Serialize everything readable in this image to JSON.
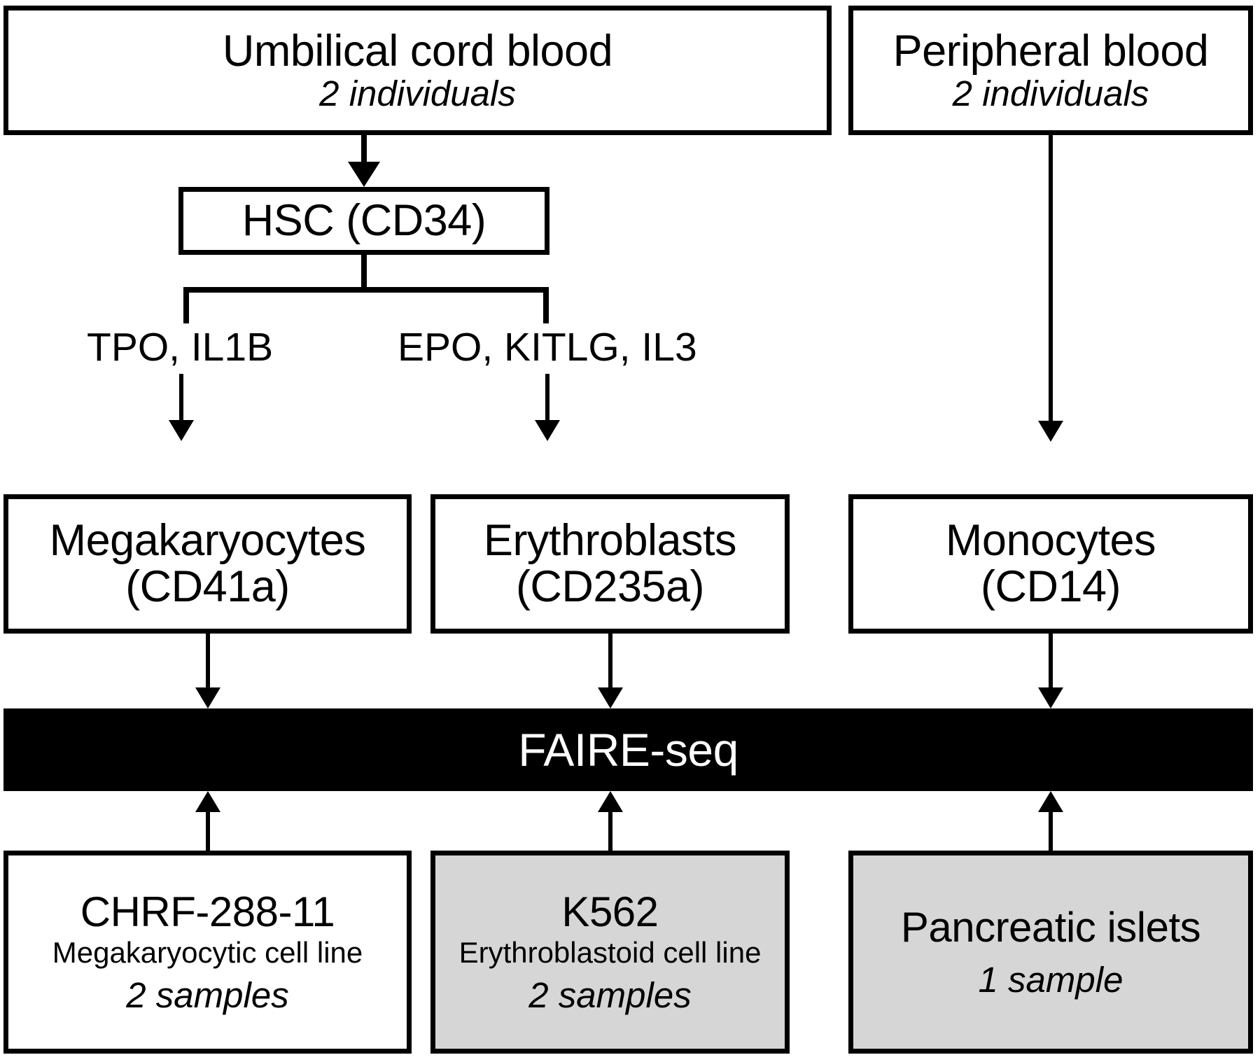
{
  "diagram": {
    "title": "FAIRE-seq experimental design flowchart",
    "colors": {
      "stroke": "#000000",
      "background": "#ffffff",
      "shaded_box": "#d6d6d6",
      "bar_fill": "#000000",
      "bar_text": "#ffffff"
    },
    "sources": [
      {
        "id": "umbilical-cord-blood",
        "label": "Umbilical cord blood",
        "detail": "2 individuals"
      },
      {
        "id": "peripheral-blood",
        "label": "Peripheral blood",
        "detail": "2 individuals"
      }
    ],
    "progenitor": {
      "id": "hsc",
      "label": "HSC (CD34)"
    },
    "growth_factors": [
      {
        "id": "megakaryocyte-branch",
        "label": "TPO, IL1B"
      },
      {
        "id": "erythroblast-branch",
        "label": "EPO, KITLG, IL3"
      }
    ],
    "cell_types": [
      {
        "id": "megakaryocytes",
        "label": "Megakaryocytes",
        "marker": "(CD41a)"
      },
      {
        "id": "erythroblasts",
        "label": "Erythroblasts",
        "marker": "(CD235a)"
      },
      {
        "id": "monocytes",
        "label": "Monocytes",
        "marker": "(CD14)"
      }
    ],
    "assay": {
      "id": "faire-seq",
      "label": "FAIRE-seq"
    },
    "cell_lines": [
      {
        "id": "chrf-288-11",
        "label": "CHRF-288-11",
        "description": "Megakaryocytic cell line",
        "samples": "2 samples",
        "shaded": false
      },
      {
        "id": "k562",
        "label": "K562",
        "description": "Erythroblastoid cell line",
        "samples": "2 samples",
        "shaded": true
      },
      {
        "id": "pancreatic-islets",
        "label": "Pancreatic islets",
        "description": "",
        "samples": "1 sample",
        "shaded": true
      }
    ]
  }
}
